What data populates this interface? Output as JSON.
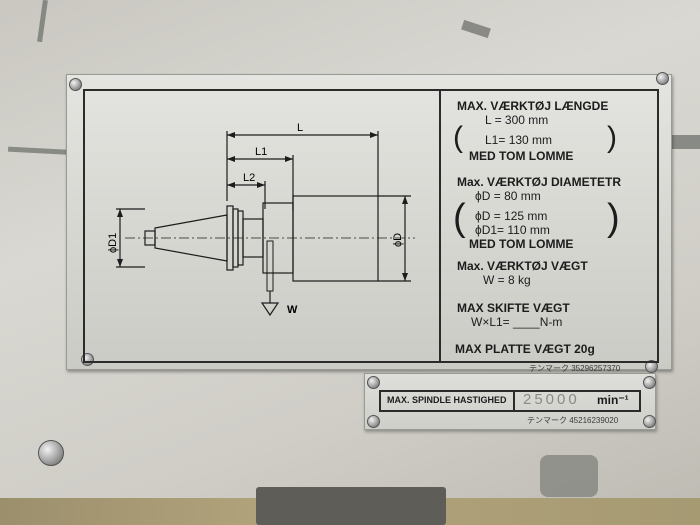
{
  "main_plate": {
    "max_tool_length": "MAX. VÆRKTØJ LÆNGDE",
    "l_line": "L = 300 mm",
    "l1_line": "L1= 130 mm",
    "med_tom_lomme_1": "MED TOM LOMME",
    "max_tool_diameter": "Max. VÆRKTØJ DIAMETETR",
    "d_line": "ϕD = 80 mm",
    "d2_line": "ϕD = 125 mm",
    "d1_line": "ϕD1= 110 mm",
    "med_tom_lomme_2": "MED TOM LOMME",
    "max_tool_weight": "Max. VÆRKTØJ VÆGT",
    "w_line": "W = 8 kg",
    "max_shift_weight": "MAX SKIFTE VÆGT",
    "wl1_line": "W×L1= ____N-m",
    "max_plate_weight": "MAX PLATTE VÆGT 20g",
    "serial": "テンマーク 35296257370"
  },
  "diagram": {
    "label_l": "L",
    "label_l1": "L1",
    "label_l2": "L2",
    "label_d1": "ϕD1",
    "label_d": "ϕD",
    "label_w": "W"
  },
  "spindle_plate": {
    "label": "MAX. SPINDLE HASTIGHED",
    "value": "25000",
    "unit": "min⁻¹",
    "serial": "テンマーク 45216239020"
  }
}
